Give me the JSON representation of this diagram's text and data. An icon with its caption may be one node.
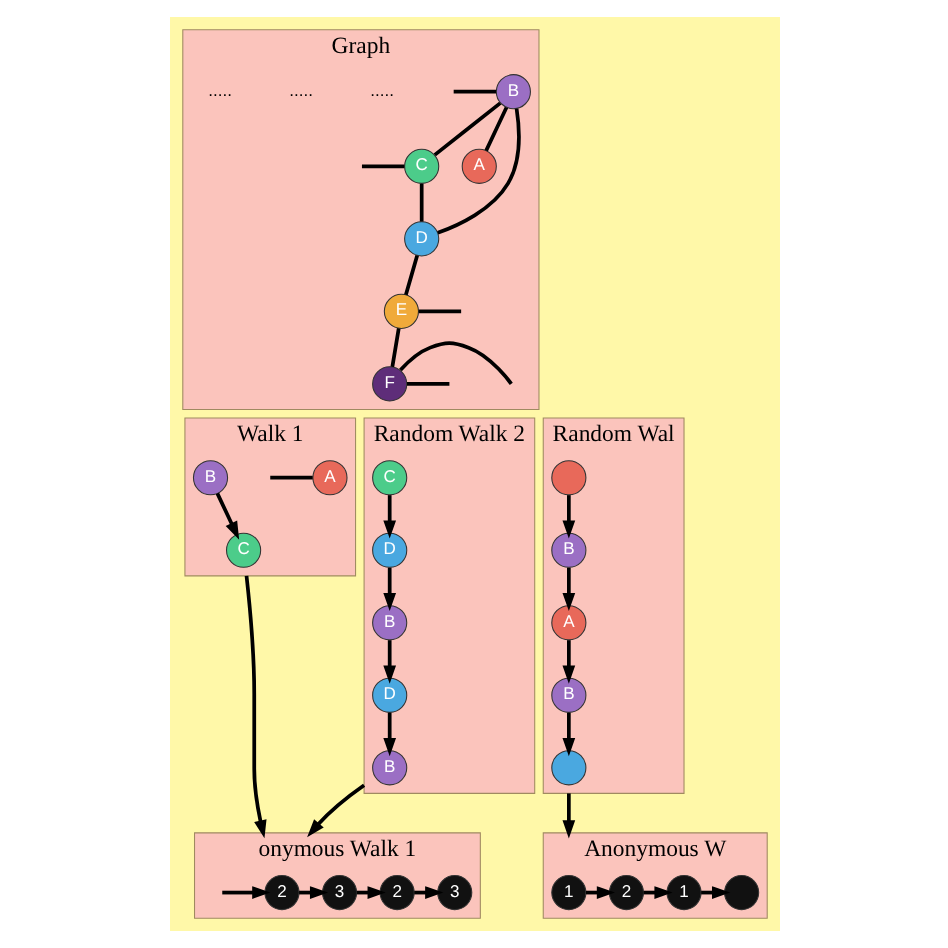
{
  "diagram": {
    "nodes": [
      {
        "text": [
          "Graph"
        ]
      },
      {
        "text": [
          "B"
        ],
        "in": 0
      },
      {
        "text": [
          "A"
        ],
        "in": 0
      },
      {
        "text": [
          "C"
        ],
        "in": 0
      },
      {
        "text": [
          "D"
        ],
        "in": 0
      },
      {
        "text": [
          "E"
        ],
        "in": 0
      },
      {
        "text": [
          "F"
        ],
        "in": 0
      },
      {
        "text": [
          "Walk 1"
        ]
      },
      {
        "text": [
          "A"
        ],
        "in": 7
      },
      {
        "text": [
          "B"
        ],
        "in": 7
      },
      {
        "text": [
          "C"
        ],
        "in": 7
      },
      {
        "text": [
          "Random Walk 2"
        ]
      },
      {
        "text": [
          "B"
        ],
        "in": 11
      },
      {
        "text": [
          "D"
        ],
        "in": 11
      },
      {
        "text": [
          "D"
        ],
        "in": 11
      },
      {
        "text": [
          "B"
        ],
        "in": 11
      },
      {
        "text": [
          "C"
        ],
        "in": 11
      },
      {
        "text": [
          "Random Wal"
        ]
      },
      {
        "text": [],
        "shape": "circle",
        "in": 17
      },
      {
        "text": [
          "B"
        ],
        "in": 17
      },
      {
        "text": [
          "A"
        ],
        "in": 17
      },
      {
        "text": [
          "B"
        ],
        "in": 17
      },
      {
        "text": [],
        "shape": "circle",
        "in": 17
      },
      {
        "text": [
          "onymous Walk 1"
        ]
      },
      {
        "text": [
          "2"
        ],
        "in": 23
      },
      {
        "text": [
          "3"
        ],
        "in": 23
      },
      {
        "text": [
          "2"
        ],
        "in": 23
      },
      {
        "text": [
          "3"
        ],
        "in": 23
      },
      {
        "text": [
          "Anonymous W"
        ]
      },
      {
        "text": [
          "1"
        ],
        "in": 28
      },
      {
        "text": [
          "2"
        ],
        "in": 28
      },
      {
        "text": [
          "1"
        ],
        "in": 28
      },
      {
        "text": [],
        "shape": "circle",
        "in": 28
      }
    ],
    "edges": [
      {
        "from": 1,
        "to": 2,
        "arrow": "none"
      },
      {
        "from": null,
        "to": 1,
        "arrow": "none"
      },
      {
        "from": 1,
        "to": 3,
        "arrow": "none"
      },
      {
        "from": 1,
        "to": 4,
        "arrow": "none"
      },
      {
        "from": null,
        "to": 3,
        "arrow": "none"
      },
      {
        "from": 3,
        "to": 4,
        "arrow": "none"
      },
      {
        "from": 4,
        "to": 5,
        "arrow": "none"
      },
      {
        "from": 5,
        "to": null,
        "arrow": "none"
      },
      {
        "from": 5,
        "to": 6,
        "arrow": "none"
      },
      {
        "from": 6,
        "to": null,
        "arrow": "none"
      },
      {
        "from": 6,
        "to": null,
        "arrow": "none"
      },
      {
        "from": null,
        "to": 8,
        "arrow": "none"
      },
      {
        "from": 9,
        "to": 10,
        "arrow": "to"
      },
      {
        "from": 12,
        "to": 13,
        "arrow": "to"
      },
      {
        "from": 13,
        "to": 15,
        "arrow": "to"
      },
      {
        "from": 14,
        "to": 12,
        "arrow": "to"
      },
      {
        "from": 16,
        "to": 14,
        "arrow": "to"
      },
      {
        "from": 18,
        "to": 19,
        "arrow": "to"
      },
      {
        "from": 19,
        "to": 20,
        "arrow": "to"
      },
      {
        "from": 20,
        "to": 21,
        "arrow": "to"
      },
      {
        "from": 21,
        "to": 22,
        "arrow": "to"
      },
      {
        "from": null,
        "to": 24,
        "arrow": "to"
      },
      {
        "from": 24,
        "to": 25,
        "arrow": "to"
      },
      {
        "from": 25,
        "to": 26,
        "arrow": "to"
      },
      {
        "from": 26,
        "to": 27,
        "arrow": "to"
      },
      {
        "from": 29,
        "to": 30,
        "arrow": "to"
      },
      {
        "from": 30,
        "to": 31,
        "arrow": "to"
      },
      {
        "from": 31,
        "to": 32,
        "arrow": "to"
      },
      {
        "from": 7,
        "to": 23,
        "arrow": "to"
      },
      {
        "from": 11,
        "to": 23,
        "arrow": "to"
      },
      {
        "from": 17,
        "to": 28,
        "arrow": "to"
      }
    ],
    "labels": [
      ".....",
      ".....",
      "....."
    ]
  }
}
